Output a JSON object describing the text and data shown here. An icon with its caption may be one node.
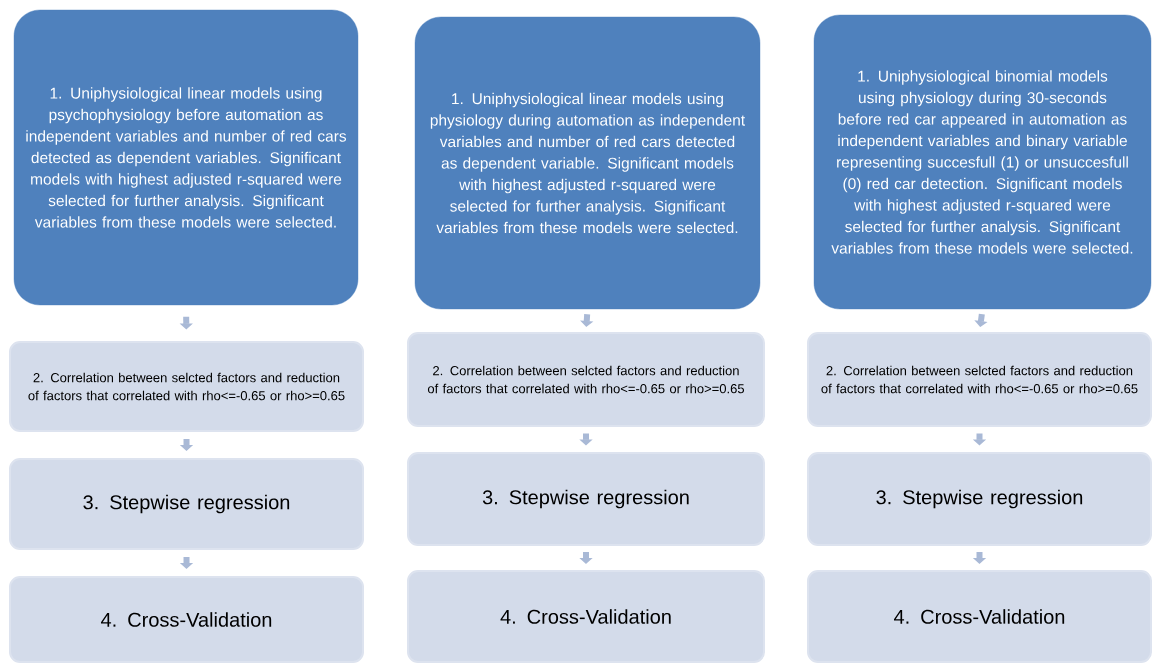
{
  "diagram": {
    "nodes": [
      {
        "text": [
          "1. Uniphysiological linear models using psychophysiology before automation as independent variables and number of red cars detected as dependent variables. Significant models with highest adjusted r-squared were selected for further analysis. Significant variables from these models were selected."
        ]
      },
      {
        "text": [
          "2. Correlation between selcted factors and reduction of factors that correlated with rho<=-0.65 or rho>=0.65"
        ]
      },
      {
        "text": [
          "3. Stepwise regression"
        ]
      },
      {
        "text": [
          "4. Cross-Validation"
        ]
      },
      {
        "text": [
          "1. Uniphysiological linear models using physiology during automation as independent variables and number of red cars detected as dependent variable. Significant models with highest adjusted r-squared were selected for further analysis. Significant variables from these models were selected."
        ]
      },
      {
        "text": [
          "2. Correlation between selcted factors and reduction of factors that correlated with rho<=-0.65 or rho>=0.65"
        ]
      },
      {
        "text": [
          "3. Stepwise regression"
        ]
      },
      {
        "text": [
          "4. Cross-Validation"
        ]
      },
      {
        "text": [
          "1. Uniphysiological binomial models using physiology during 30-seconds before red car appeared in automation as independent variables and binary variable representing succesfull (1) or unsuccesfull (0) red car detection. Significant models with highest adjusted r-squared were selected for further analysis. Significant variables from these models were selected."
        ]
      },
      {
        "text": [
          "2. Correlation between selcted factors and reduction of factors that correlated with rho<=-0.65 or rho>=0.65"
        ]
      },
      {
        "text": [
          "3. Stepwise regression"
        ]
      },
      {
        "text": [
          "4. Cross-Validation"
        ]
      }
    ],
    "edges": [
      {
        "from": 0,
        "to": 1,
        "arrow": "to"
      },
      {
        "from": 1,
        "to": 2,
        "arrow": "to"
      },
      {
        "from": 2,
        "to": 3,
        "arrow": "to"
      },
      {
        "from": 4,
        "to": 5,
        "arrow": "to"
      },
      {
        "from": 5,
        "to": 6,
        "arrow": "to"
      },
      {
        "from": 6,
        "to": 7,
        "arrow": "to"
      },
      {
        "from": 8,
        "to": 9,
        "arrow": "to"
      },
      {
        "from": 9,
        "to": 10,
        "arrow": "to"
      },
      {
        "from": 10,
        "to": 11,
        "arrow": "to"
      }
    ]
  }
}
